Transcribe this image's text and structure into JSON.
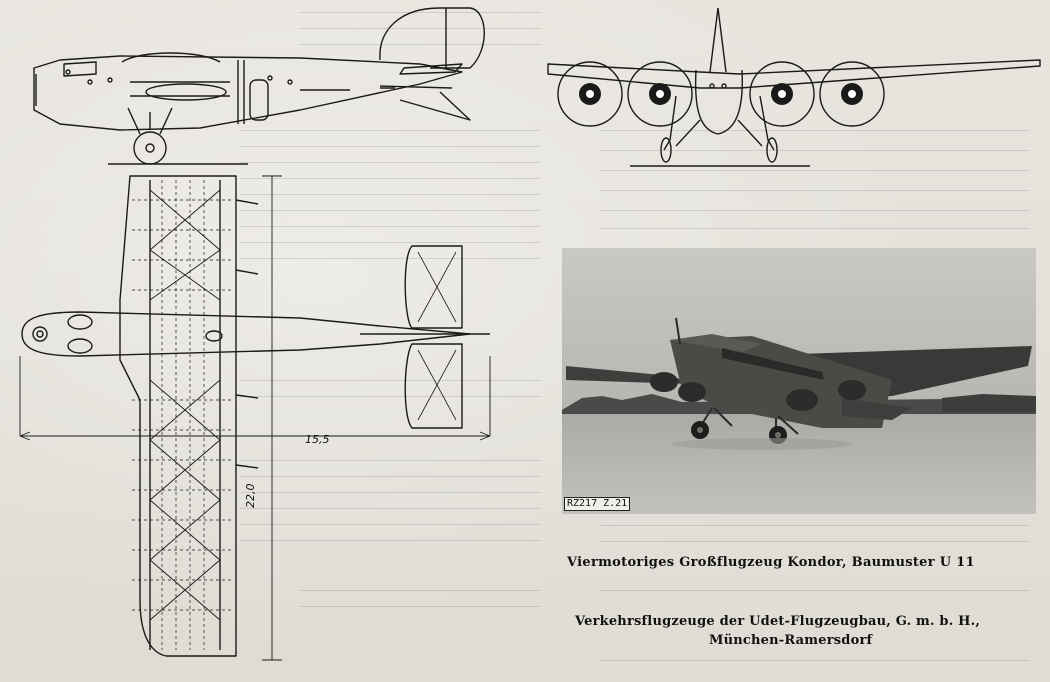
{
  "figure": {
    "dim_span": "15,5",
    "dim_length": "22,0",
    "photo_marker": "RZ217 Z.21",
    "caption_main": "Viermotoriges Großflugzeug Kondor, Baumuster U 11",
    "caption_sub_line1": "Verkehrsflugzeuge der Udet-Flugzeugbau, G. m. b. H.,",
    "caption_sub_line2": "München-Ramersdorf"
  }
}
